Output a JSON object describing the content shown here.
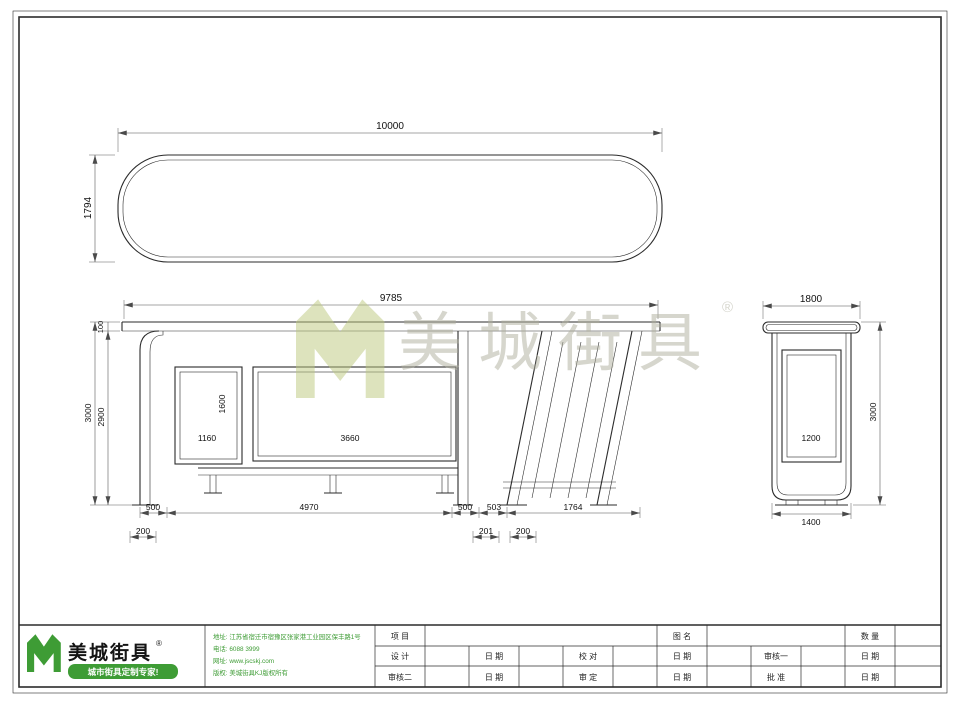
{
  "drawing": {
    "top_view": {
      "width": "10000",
      "depth": "1794"
    },
    "front_view": {
      "top_width": "9785",
      "roof_thickness": "100",
      "inner_height": "2900",
      "total_height": "3000",
      "lightbox_width": "1160",
      "lightbox_height": "1600",
      "panel_width": "3660",
      "base_segments": [
        "500",
        "4970",
        "500",
        "503",
        "1764"
      ],
      "offsets": [
        "200",
        "201",
        "200"
      ]
    },
    "side_view": {
      "top_width": "1800",
      "total_height": "3000",
      "panel_width": "1200",
      "base_width": "1400"
    }
  },
  "watermark": {
    "brand": "美城街具",
    "registered": "®"
  },
  "footer": {
    "brand": "美城街具",
    "registered": "®",
    "tagline": "城市街具定制专家!",
    "contact": {
      "address": "地址: 江苏省宿迁市宿豫区张家港工业园区保丰路1号",
      "phone": "电话: 6088 3999",
      "website": "网址: www.jscskj.com",
      "copyright": "版权: 美城街具KJ版权所有"
    },
    "table": {
      "project": "项 目",
      "drawing_name": "图 名",
      "quantity": "数 量",
      "design": "设 计",
      "proofread": "校 对",
      "reviewer1": "审核一",
      "reviewer2": "审核二",
      "approve": "审 定",
      "ratify": "批 准",
      "date": "日 期"
    }
  }
}
